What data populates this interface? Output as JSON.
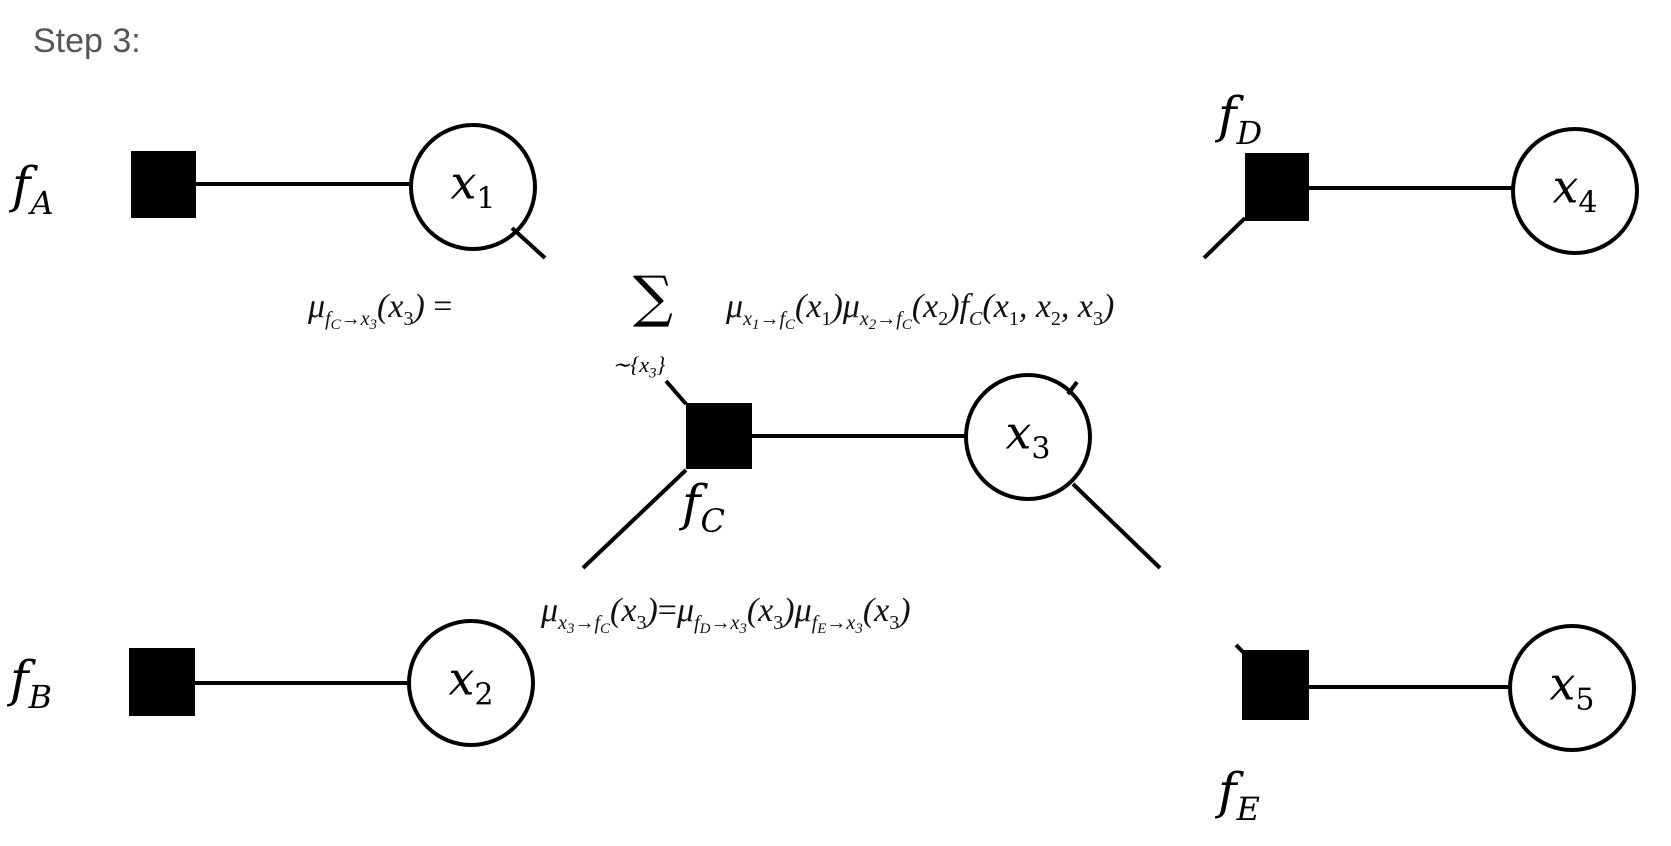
{
  "header": {
    "step_label": "Step 3:"
  },
  "factors": [
    {
      "name": "f",
      "sub": "A"
    },
    {
      "name": "f",
      "sub": "B"
    },
    {
      "name": "f",
      "sub": "C"
    },
    {
      "name": "f",
      "sub": "D"
    },
    {
      "name": "f",
      "sub": "E"
    }
  ],
  "variables": [
    {
      "name": "x",
      "sub": "1"
    },
    {
      "name": "x",
      "sub": "2"
    },
    {
      "name": "x",
      "sub": "3"
    },
    {
      "name": "x",
      "sub": "4"
    },
    {
      "name": "x",
      "sub": "5"
    }
  ],
  "formula1": {
    "mu": "μ",
    "lhs_sub_f": "f",
    "lhs_sub_C": "C",
    "arrow": "→",
    "x": "x",
    "s3": "3",
    "lhs_arg": "(x",
    "close": ")",
    "eq": "=",
    "sigma": "∑",
    "sum_under": "∼{x",
    "sum_under_close": "}",
    "s1": "1",
    "s2": "2",
    "tail": "f",
    "tail_args": "(x",
    "comma": ", x"
  },
  "formula2": {
    "mu": "μ",
    "x": "x",
    "s3": "3",
    "arrow": "→",
    "f": "f",
    "C": "C",
    "D": "D",
    "E": "E",
    "arg": "(x",
    "close": ")",
    "eq": "="
  }
}
